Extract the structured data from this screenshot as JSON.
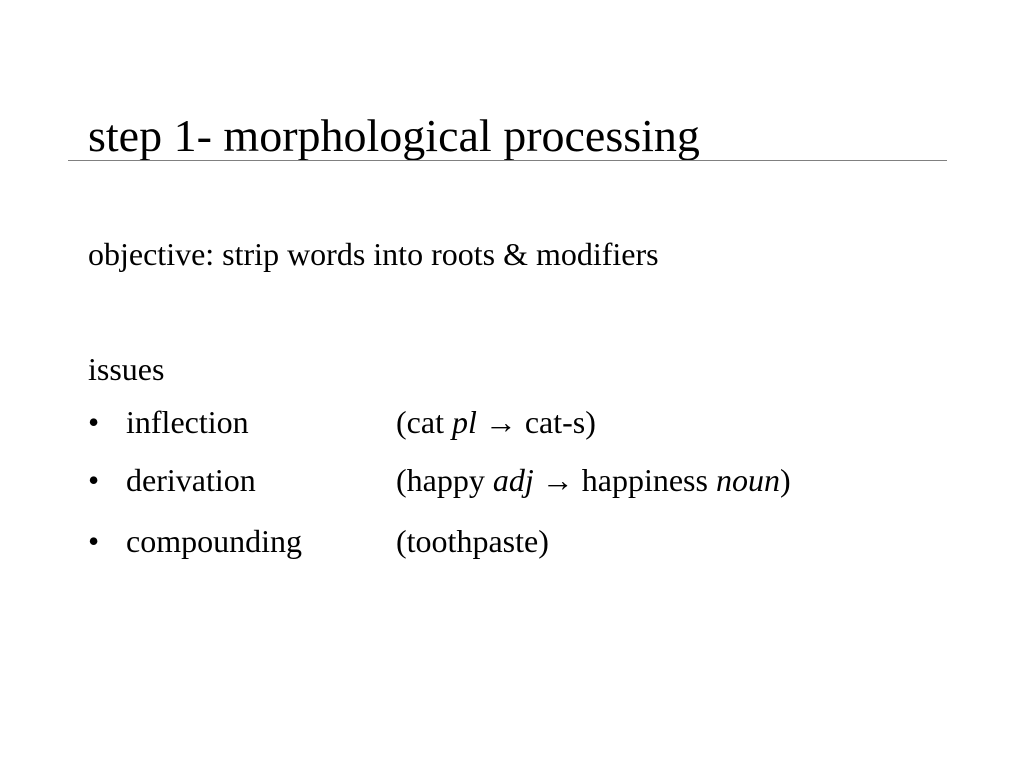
{
  "slide": {
    "title": "step 1- morphological processing",
    "objective": "objective: strip words into roots & modifiers",
    "issues_label": "issues",
    "bullet_glyph": "•",
    "items": [
      {
        "term": "inflection",
        "example": {
          "open": "(cat ",
          "tag": "pl",
          "arrow": " → ",
          "result": "cat-s",
          "result_tag": "",
          "close": ")"
        }
      },
      {
        "term": "derivation",
        "example": {
          "open": "(happy ",
          "tag": "adj",
          "arrow": " → ",
          "result": "happiness ",
          "result_tag": "noun",
          "close": ")"
        }
      },
      {
        "term": "compounding",
        "example": {
          "open": "(toothpaste",
          "tag": "",
          "arrow": "",
          "result": "",
          "result_tag": "",
          "close": ")"
        }
      }
    ]
  }
}
